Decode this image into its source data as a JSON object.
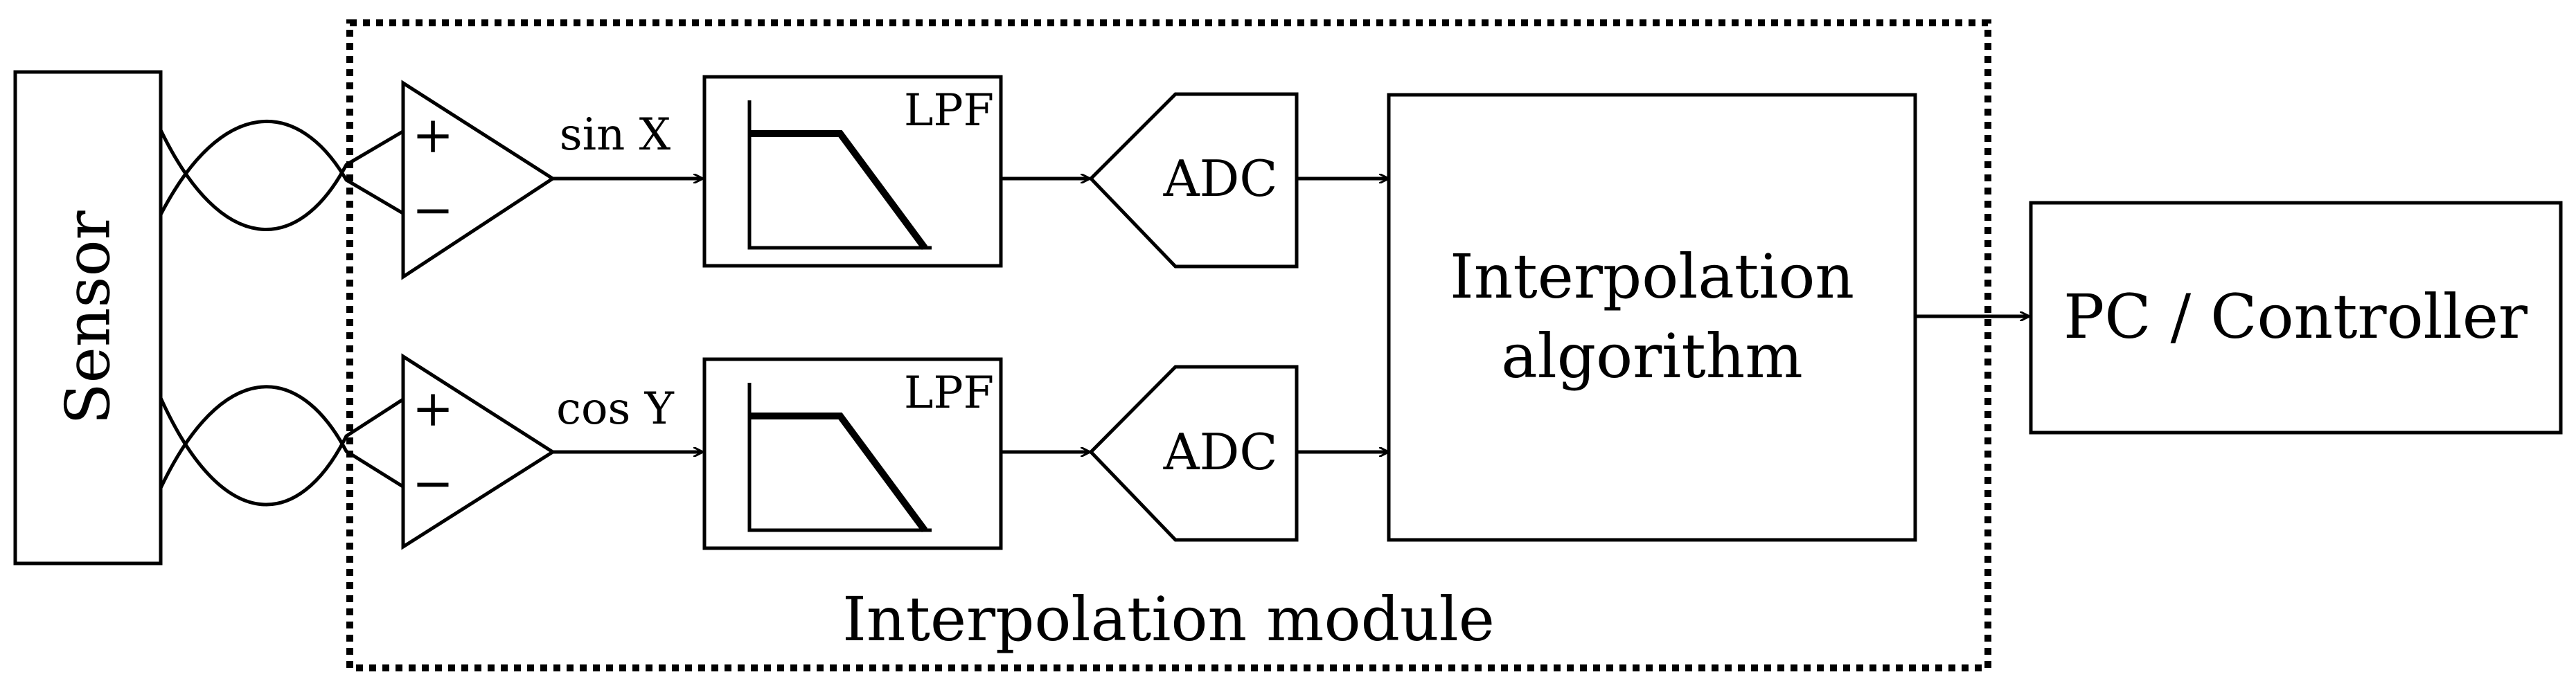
{
  "sensor": {
    "label": "Sensor"
  },
  "module": {
    "label": "Interpolation module"
  },
  "channels": [
    {
      "signal": "sin X",
      "amp_plus": "+",
      "amp_minus": "−",
      "filter": "LPF",
      "converter": "ADC"
    },
    {
      "signal": "cos Y",
      "amp_plus": "+",
      "amp_minus": "−",
      "filter": "LPF",
      "converter": "ADC"
    }
  ],
  "algorithm": {
    "line1": "Interpolation",
    "line2": "algorithm"
  },
  "output": {
    "label": "PC / Controller"
  }
}
